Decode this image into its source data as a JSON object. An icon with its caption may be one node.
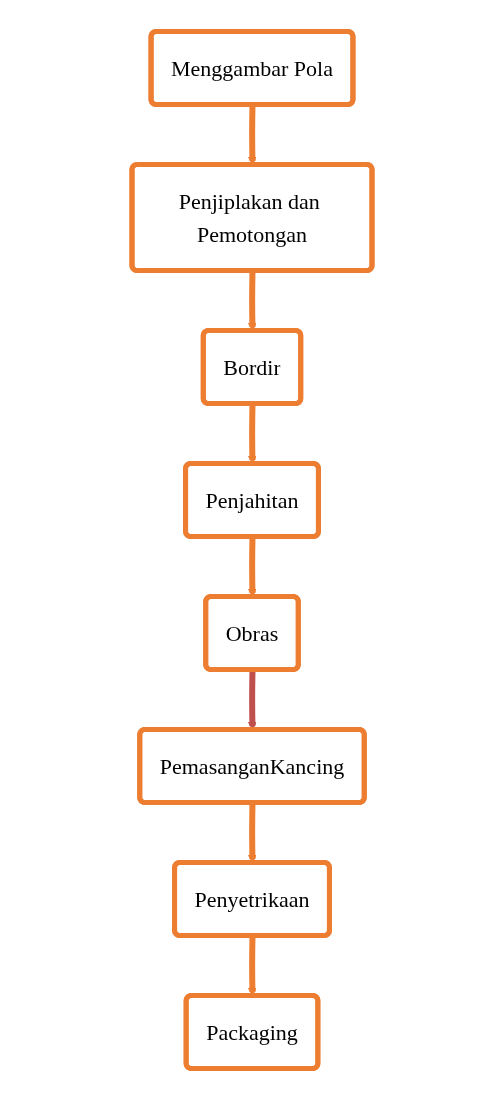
{
  "diagram": {
    "nodes": [
      {
        "text": [
          "Menggambar Pola"
        ]
      },
      {
        "text": [
          "Penjiplakan dan Pemotongan"
        ]
      },
      {
        "text": [
          "Bordir"
        ]
      },
      {
        "text": [
          "Penjahitan"
        ]
      },
      {
        "text": [
          "Obras"
        ]
      },
      {
        "text": [
          "PemasanganKancing"
        ]
      },
      {
        "text": [
          "Penyetrikaan"
        ]
      },
      {
        "text": [
          "Packaging"
        ]
      }
    ],
    "edges": [
      {
        "from": 0,
        "to": 1,
        "arrow": "to"
      },
      {
        "from": 1,
        "to": 2,
        "arrow": "to"
      },
      {
        "from": 2,
        "to": 3,
        "arrow": "to"
      },
      {
        "from": 3,
        "to": 4,
        "arrow": "to"
      },
      {
        "from": 4,
        "to": 5,
        "arrow": "to",
        "color": "#c0504d"
      },
      {
        "from": 5,
        "to": 6,
        "arrow": "to"
      },
      {
        "from": 6,
        "to": 7,
        "arrow": "to"
      }
    ]
  }
}
